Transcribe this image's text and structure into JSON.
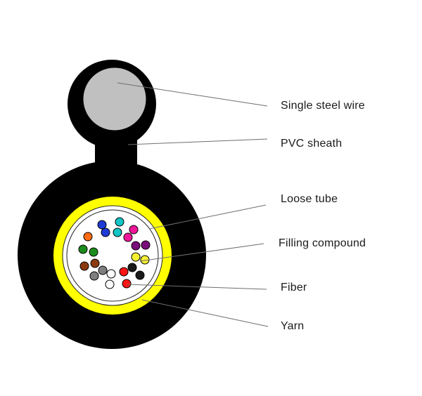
{
  "labels": {
    "steel_wire": "Single steel wire",
    "pvc_sheath": "PVC sheath",
    "loose_tube": "Loose tube",
    "filling_compound": "Filling compound",
    "fiber": "Fiber",
    "yarn": "Yarn"
  },
  "colors": {
    "sheath": "#000000",
    "steel_wire": "#c0c0c0",
    "yarn": "#ffff00",
    "tube": "#ffffff",
    "leader_line": "#6e6e6e"
  },
  "fiber_colors": [
    "#1f3bd6",
    "#13c5c5",
    "#f0169a",
    "#ff6a13",
    "#1f3bd6",
    "#13c5c5",
    "#f0169a",
    "#1c8c1c",
    "#7a0e7a",
    "#7a0e7a",
    "#1c8c1c",
    "#f5f032",
    "#f5f032",
    "#8b3a0f",
    "#8b3a0f",
    "#ffffff",
    "#7f7f7f",
    "#7f7f7f",
    "#ff1414",
    "#1a1a1a",
    "#1a1a1a",
    "#ffffff",
    "#ff1414"
  ]
}
